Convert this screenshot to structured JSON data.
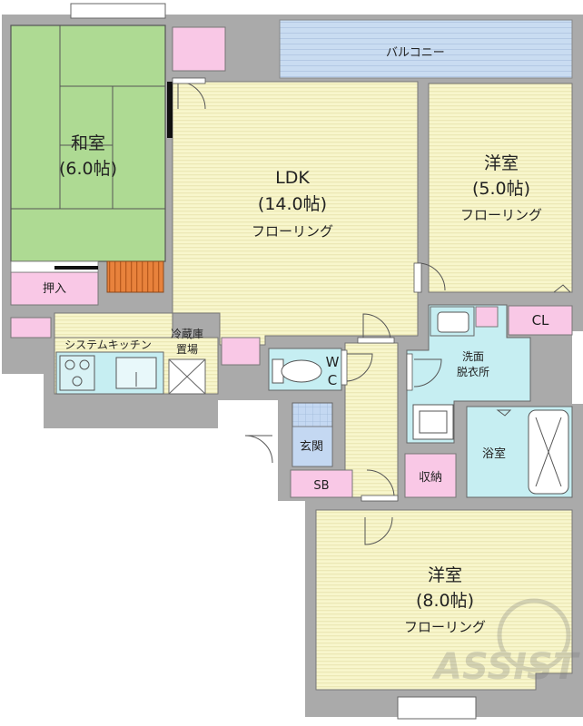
{
  "rooms": {
    "washitsu": {
      "name": "和室",
      "size": "(6.0帖)"
    },
    "ldk": {
      "name": "LDK",
      "size": "(14.0帖)",
      "floor": "フローリング"
    },
    "yoshitsu1": {
      "name": "洋室",
      "size": "(5.0帖)",
      "floor": "フローリング"
    },
    "yoshitsu2": {
      "name": "洋室",
      "size": "(8.0帖)",
      "floor": "フローリング"
    }
  },
  "labels": {
    "balcony": "バルコニー",
    "oshiire": "押入",
    "cl": "CL",
    "kitchen": "システムキッチン",
    "fridge_line1": "冷蔵庫",
    "fridge_line2": "置場",
    "wc_w": "W",
    "wc_c": "C",
    "washroom_line1": "洗面",
    "washroom_line2": "脱衣所",
    "entrance": "玄関",
    "bath": "浴室",
    "sb": "SB",
    "storage": "収納"
  },
  "watermark": "ASSIST",
  "colors": {
    "wall": "#aaaaaa",
    "floor": "#f8f6cc",
    "tatami": "#aeda93",
    "pink": "#f9c8e6",
    "water": "#c6eef2",
    "balcony": "#c9dcf1",
    "tile": "#c4d8f2",
    "wood": "#e8823c"
  }
}
